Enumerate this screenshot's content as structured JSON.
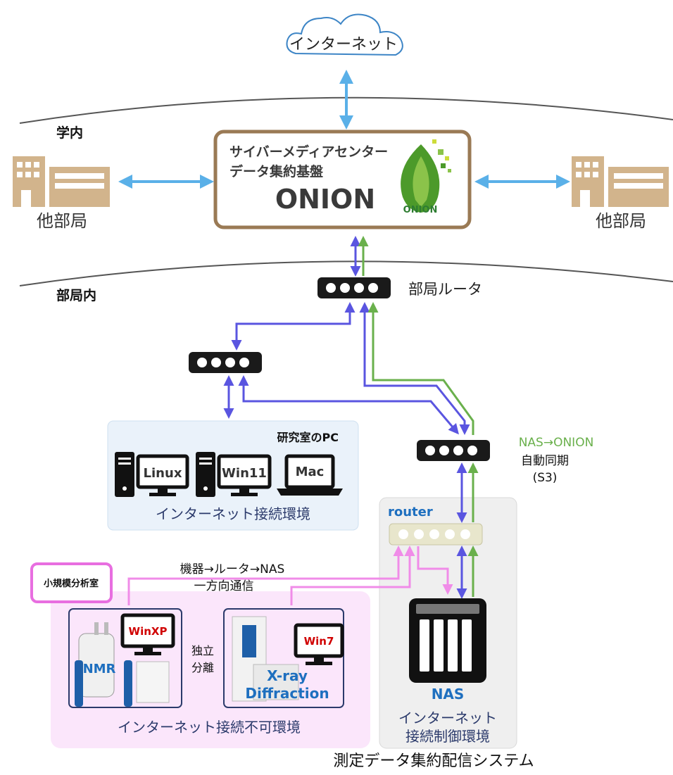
{
  "internet": {
    "label": "インターネット"
  },
  "zones": {
    "campus": "学内",
    "department": "部局内"
  },
  "onion": {
    "line1": "サイバーメディアセンター",
    "line2": "データ集約基盤",
    "name": "ONION",
    "logo_text": "ONION"
  },
  "other_depts": {
    "left": "他部局",
    "right": "他部局"
  },
  "dept_router": {
    "label": "部局ルータ"
  },
  "lab": {
    "title": "研究室のPC",
    "pcs": [
      "Linux",
      "Win11",
      "Mac"
    ],
    "env_label": "インターネット接続環境"
  },
  "sync": {
    "line1": "NAS→ONION",
    "line2": "自動同期",
    "line3": "(S3)"
  },
  "nas_zone": {
    "router_label": "router",
    "nas_label": "NAS",
    "env_line1": "インターネット",
    "env_line2": "接続制御環境"
  },
  "oneway": {
    "line1": "機器→ルータ→NAS",
    "line2": "一方向通信"
  },
  "lab_small": {
    "tag": "小規模分析室",
    "isolation_line1": "独立",
    "isolation_line2": "分離",
    "nmr_os": "WinXP",
    "nmr_label": "NMR",
    "xrd_os": "Win7",
    "xrd_label1": "X-ray",
    "xrd_label2": "Diffraction",
    "env_label": "インターネット接続不可環境"
  },
  "footer": {
    "system_name": "測定データ集約配信システム"
  },
  "colors": {
    "blue_link": "#5ab0e8",
    "purple_link": "#5a55e0",
    "green_link": "#6ab04c",
    "pink_link": "#f08ce8",
    "onion_border": "#9a7a55",
    "env_text": "#2b3a6b"
  }
}
